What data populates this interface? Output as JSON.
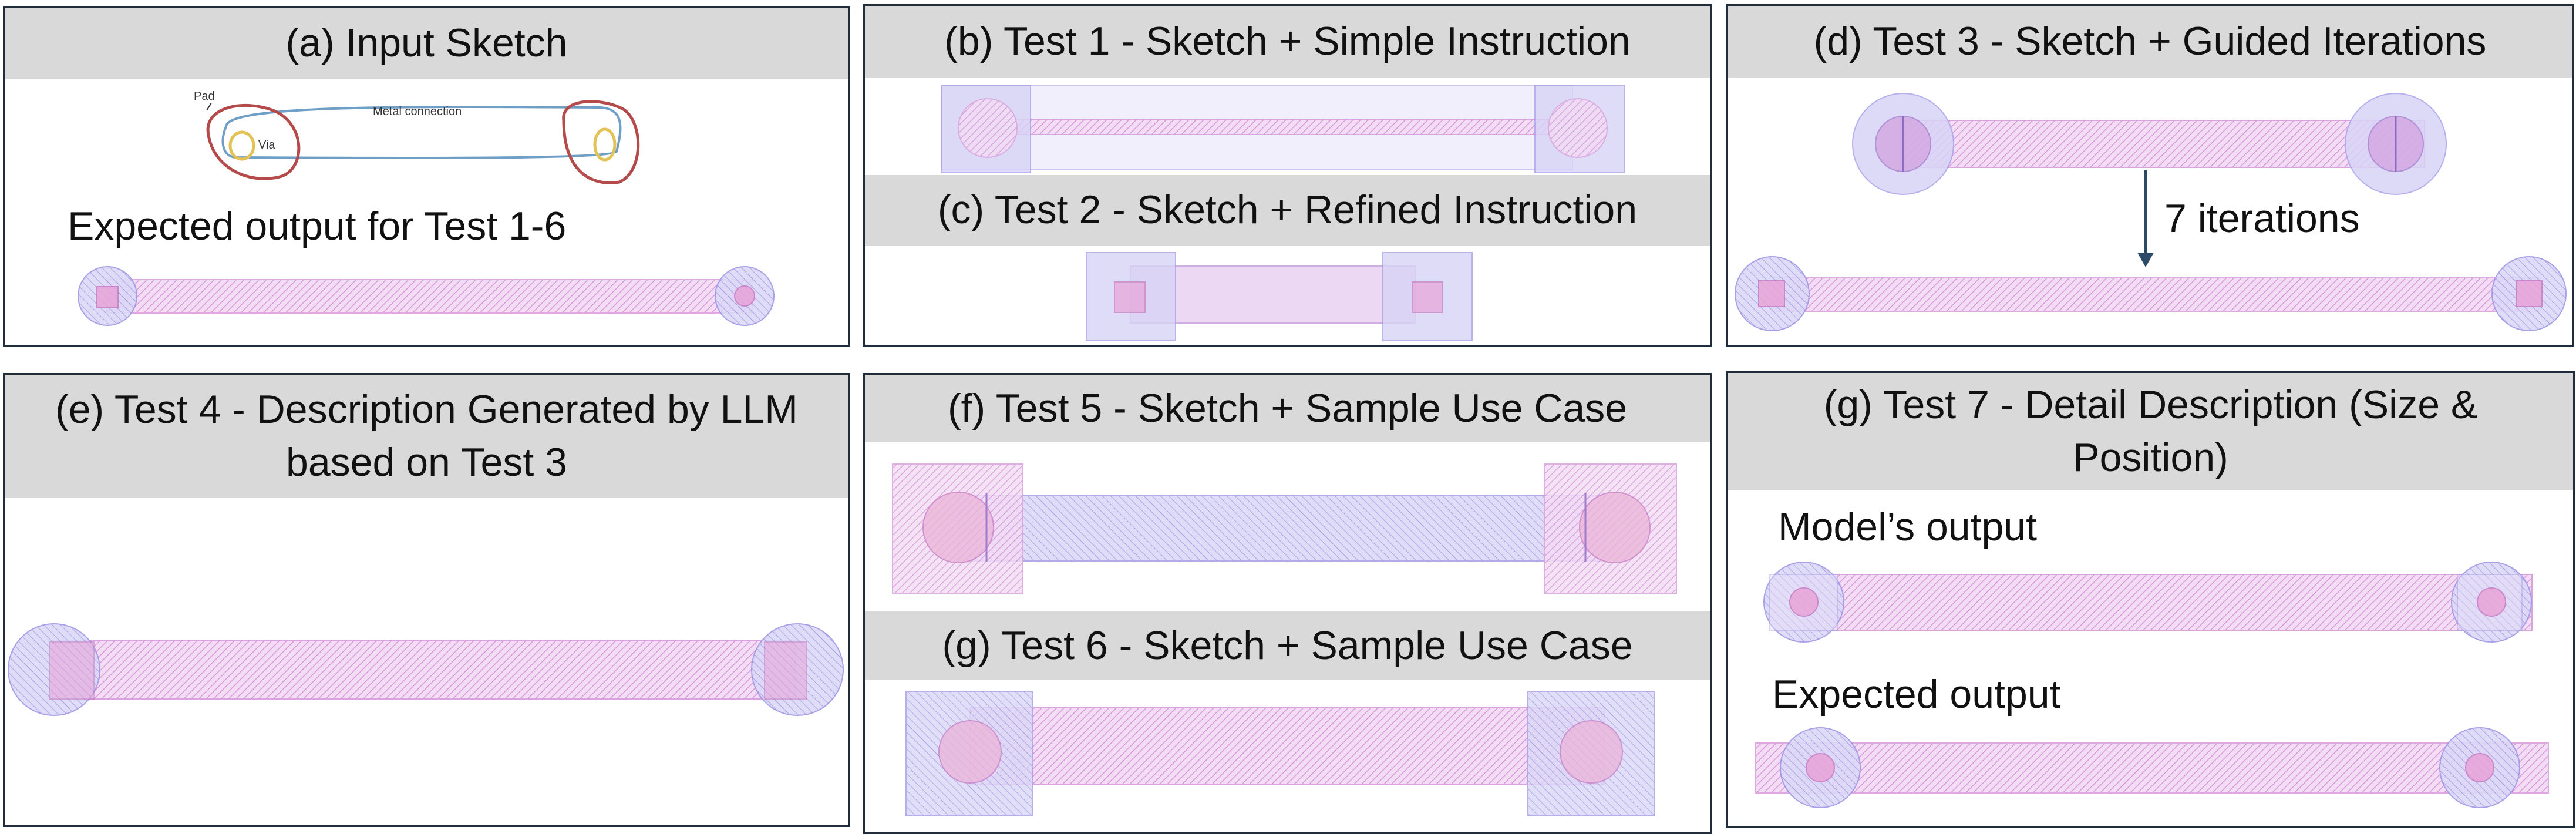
{
  "panels": {
    "a": {
      "title": "(a) Input Sketch",
      "sketch_labels": {
        "pad": "Pad",
        "metal": "Metal connection",
        "via": "Via"
      },
      "expected_label": "Expected output for Test 1-6"
    },
    "b": {
      "title": "(b) Test 1 -  Sketch + Simple Instruction"
    },
    "c": {
      "title": "(c) Test 2 -  Sketch + Refined Instruction"
    },
    "d": {
      "title": "(d) Test 3 - Sketch + Guided Iterations",
      "iterations_label": "7 iterations"
    },
    "e": {
      "title_line1": "(e) Test 4 - Description Generated by LLM",
      "title_line2": "based on Test 3"
    },
    "f": {
      "title": "(f) Test 5 - Sketch + Sample Use Case"
    },
    "g6": {
      "title": "(g) Test 6 - Sketch + Sample Use Case"
    },
    "g7": {
      "title_line1": "(g) Test 7 - Detail Description (Size &",
      "title_line2": "Position)",
      "model_label": "Model’s output",
      "expected_label": "Expected output"
    }
  },
  "colors": {
    "border": "#1f2d3d",
    "header_bg": "#d9d9d9",
    "metal_hatch": "#d58ad8",
    "pad_fill": "#c9c3f3",
    "via_fill": "#e8a4d8",
    "sketch_red": "#b54a4a",
    "sketch_blue": "#6f9fc7",
    "sketch_yellow": "#e3c255",
    "arrow": "#2d4a66"
  }
}
